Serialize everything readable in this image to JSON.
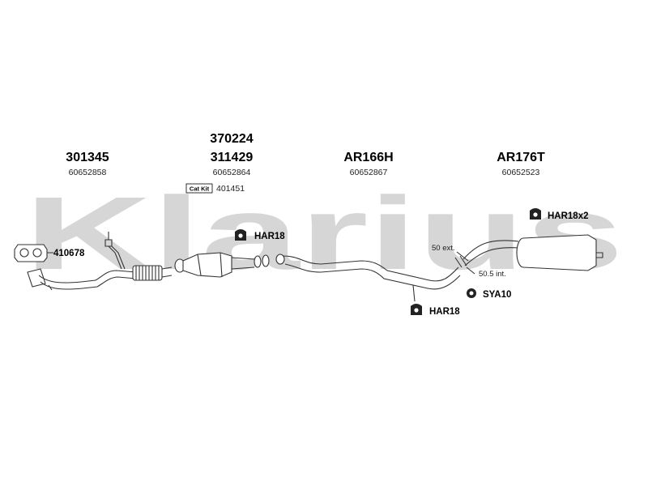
{
  "watermark": "Klarius",
  "parts": [
    {
      "number": "301345",
      "ref": "60652858"
    },
    {
      "numbers": [
        "370224",
        "311429"
      ],
      "ref": "60652864"
    },
    {
      "number": "AR166H",
      "ref": "60652867"
    },
    {
      "number": "AR176T",
      "ref": "60652523"
    }
  ],
  "cat_kit": {
    "badge": "Cat Kit",
    "number": "401451"
  },
  "callouts": {
    "gasket": "410678",
    "hanger_front": "HAR18",
    "hanger_mid": "HAR18",
    "hanger_rear": "HAR18x2",
    "clamp": "SYA10",
    "ext": "50 ext.",
    "int": "50.5 int."
  },
  "colors": {
    "watermark": "#d6d6d6",
    "line": "#333333",
    "text": "#000000"
  }
}
